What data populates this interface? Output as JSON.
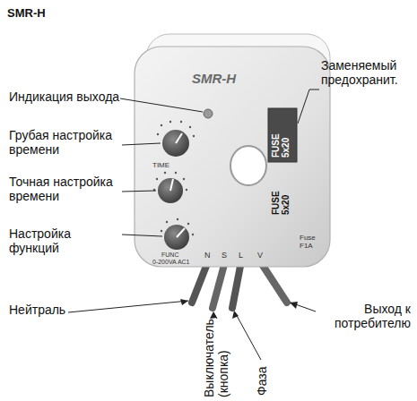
{
  "diagram": {
    "title": "SMR-H",
    "labels": [
      "Индикация выхода",
      "Грубая настройка времени",
      "Точная настройка времени",
      "Настройка функций",
      "Заменяемый предохранит.",
      "Нейтраль",
      "Выключатель (кнопка)",
      "Фаза",
      "Выход к потребителю",
      "SMR-H",
      "TIME",
      "FUNC",
      "0-200VA AC1",
      "N",
      "S",
      "L",
      "V",
      "FUSE 5x20",
      "FUSE 5x20",
      "Fuse F1A"
    ]
  }
}
